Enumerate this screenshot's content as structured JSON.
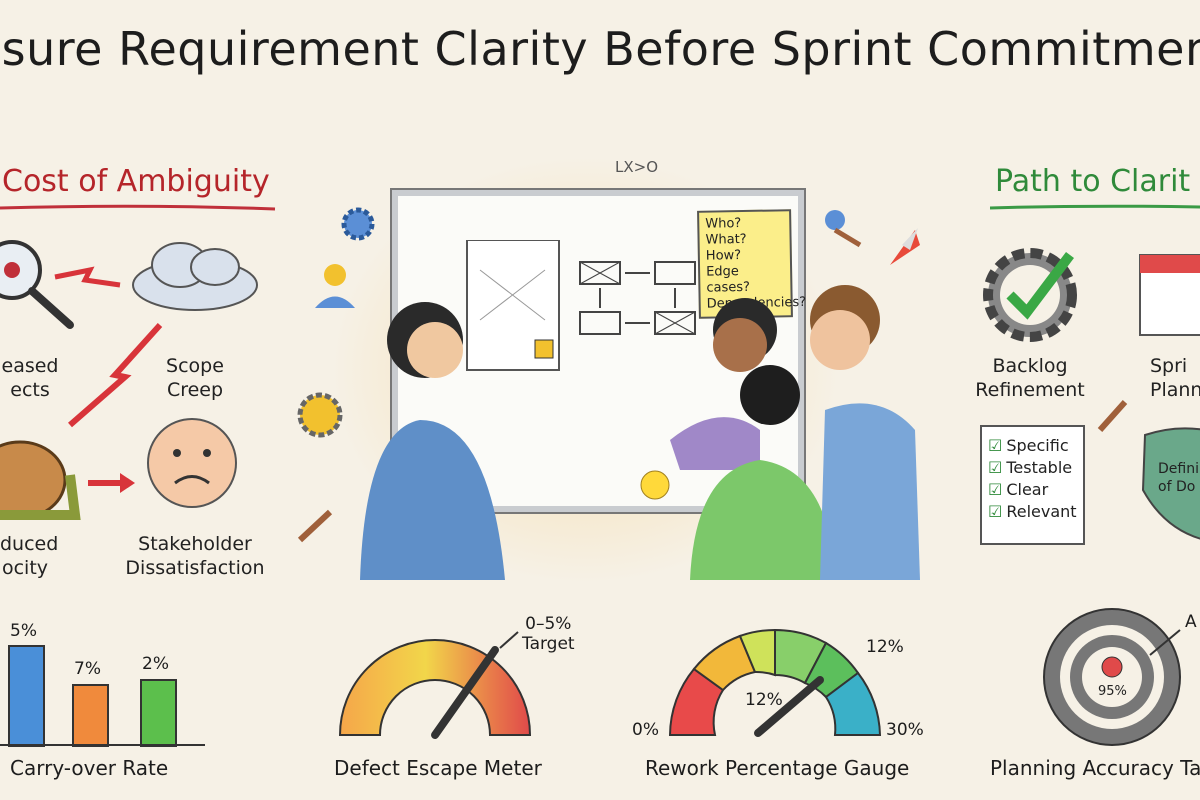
{
  "title": "nsure Requirement Clarity Before Sprint Commitmen",
  "left_section": {
    "heading": "Cost of Ambiguity",
    "items": [
      {
        "label_line1": "eased",
        "label_line2": "ects",
        "icon": "bug-magnifier-icon"
      },
      {
        "label_line1": "Scope",
        "label_line2": "Creep",
        "icon": "storm-cloud-icon"
      },
      {
        "label_line1": "duced",
        "label_line2": "ocity",
        "icon": "snail-icon"
      },
      {
        "label_line1": "Stakeholder",
        "label_line2": "Dissatisfaction",
        "icon": "sad-face-icon"
      }
    ],
    "bar_chart": {
      "caption": "Carry-over Rate",
      "bars": [
        {
          "label": "5%",
          "color": "#4a8fd8",
          "level": 1.0
        },
        {
          "label": "7%",
          "color": "#f08a3c",
          "level": 0.6
        },
        {
          "label": "2%",
          "color": "#5cbf4c",
          "level": 0.65
        }
      ]
    }
  },
  "center": {
    "sticky_note": [
      "Who?",
      "What? How?",
      "Edge cases?",
      "Dependencies?"
    ],
    "board_scribble": "LX>O"
  },
  "right_section": {
    "heading": "Path to Clarit",
    "items": [
      {
        "label_line1": "Backlog",
        "label_line2": "Refinement",
        "icon": "gear-check-icon"
      },
      {
        "label_line1": "Spri",
        "label_line2": "Planni",
        "icon": "calendar-icon"
      }
    ],
    "checklist": [
      "Specific",
      "Testable",
      "Clear",
      "Relevant"
    ],
    "shield": {
      "line1": "Defini",
      "line2": "of Do"
    }
  },
  "gauges": {
    "defect": {
      "caption": "Defect Escape Meter",
      "target": "0–5%",
      "target_label": "Target"
    },
    "rework": {
      "caption": "Rework Percentage Gauge",
      "min": "0%",
      "max": "30%",
      "value": "12%",
      "pointer_label": "12%"
    },
    "target": {
      "caption": "Planning Accuracy Ta",
      "value": "95%",
      "arrow_label": "A"
    }
  },
  "colors": {
    "red": "#b5252a",
    "green": "#2f8a3a",
    "sticky": "#fbee8a"
  }
}
